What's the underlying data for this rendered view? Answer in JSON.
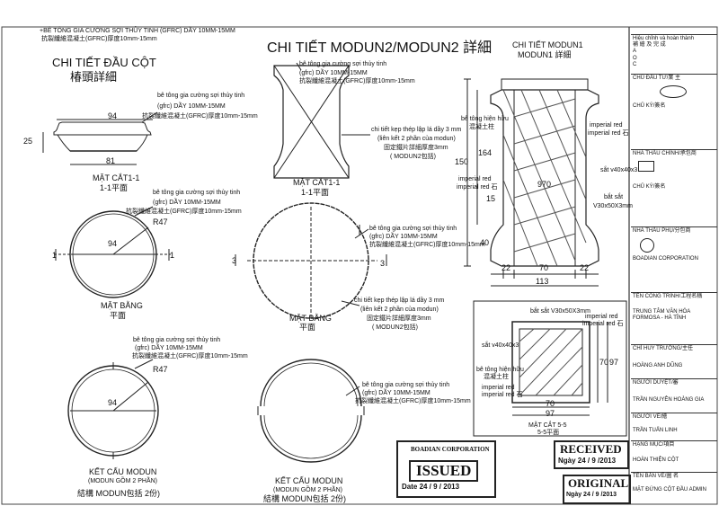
{
  "header": {
    "note_line1": "+BÊ TÔNG GIA CƯỜNG SỢI THỦY TINH  (GFRC) DẦY 10MM-15MM",
    "note_line2": "抗裂纖維混凝土(GFRC)厚度10mm-15mm"
  },
  "capital": {
    "title_vi": "CHI TIẾT ĐẦU CỘT",
    "title_zh": "椿頭詳細",
    "note1": "bê tông gia cường sợi thủy tinh",
    "note2": "(gfrc) DẦY 10MM-15MM",
    "note3": "抗裂纖維混凝土(GFRC)厚度10mm-15mm",
    "dim_top": "94",
    "dim_left": "25",
    "dim_bottom": "81",
    "section_label": "MẶT CẮT1-1",
    "section_label_zh": "1-1平面",
    "plan_note1": "bê tông gia cường sợi thủy tinh",
    "plan_note2": "(gfrc) DẦY 10MM-15MM",
    "plan_note3": "抗裂纖維混凝土(GFRC)厚度10mm-15mm",
    "plan_radius": "R47",
    "plan_dia": "94",
    "plan_label": "MẶT BẰNG",
    "plan_label_zh": "平面",
    "cut_mark": "1"
  },
  "module2": {
    "title": "CHI TIẾT MODUN2/MODUN2 詳細",
    "note1": "bê tông gia cường sợi thủy tinh",
    "note2": "(gfrc) DẦY 10MM-15MM",
    "note3": "抗裂纖維混凝土(GFRC)厚度10mm-15mm",
    "clip_note1": "chi tiết kẹp thép lập lá dầy 3 mm",
    "clip_note2": "(liên kết 2 phần của modun)",
    "clip_note3": "固定鐵片詳細厚度3mm",
    "clip_note4": "( MODUN2包括)",
    "section_label": "MẶT CẮT1-1",
    "section_label_zh": "1-1平面",
    "plan_note1": "bê tông gia cường sợi thủy tinh",
    "plan_note2": "(gfrc) DẦY 10MM-15MM",
    "plan_note3": "抗裂纖維混凝土(GFRC)厚度10mm-15mm",
    "plan_clip1": "chi tiết kẹp thép lập lá dầy 3 mm",
    "plan_clip2": "(liên kết 2 phần của modun)",
    "plan_clip3": "固定鐵片詳細厚度3mm",
    "plan_clip4": "( MODUN2包括)",
    "plan_label": "MẶT BẰNG",
    "plan_label_zh": "平面",
    "cut_mark": "3"
  },
  "module1": {
    "title_vi": "CHI TIẾT MODUN1",
    "title_zh": "MODUN1 詳細",
    "label_core1": "bê tông hiện hữu",
    "label_core2": "混凝土柱",
    "label_imp1": "imperial red",
    "label_imp2": "imperial red 石",
    "label_steel": "sắt v40x40x3",
    "label_bar1": "bắt sắt",
    "label_bar2": "V30x50X3mm",
    "label_imp3": "imperial red",
    "label_imp4": "imperial red 石",
    "dim_150": "150",
    "dim_164": "164",
    "dim_970": "970",
    "dim_15": "15",
    "dim_40": "40",
    "dim_22a": "22",
    "dim_70": "70",
    "dim_22b": "22",
    "dim_113": "113"
  },
  "section55": {
    "label_bar": "bắt sắt V30x50X3mm",
    "label_imp": "imperial red",
    "label_imp2": "imperial red 石",
    "label_steel": "sắt v40x40x3",
    "label_core1": "bê tông hiện hữu",
    "label_core2": "混凝土柱",
    "label_imp3": "imperial red",
    "label_imp4": "imperial red 石",
    "dim_70a": "70",
    "dim_97a": "97",
    "dim_70b": "70",
    "dim_97b": "97",
    "title": "MẶT CẮT 5-5",
    "title_zh": "5-5平面"
  },
  "module_full": {
    "note1": "bê tông gia cường sợi thủy tinh",
    "note2": "(gfrc) DẦY 10MM-15MM",
    "note3": "抗裂纖維混凝土(GFRC)厚度10mm-15mm",
    "radius": "R47",
    "dia": "94",
    "title": "KẾT CẤU MODUN",
    "sub": "(MODUN GỒM 2 PHẦN)",
    "zh": "結構 MODUN包括 2份)"
  },
  "module_half": {
    "note1": "bê tông gia cường sợi thủy tinh",
    "note2": "(gfrc) DẦY 10MM-15MM",
    "note3": "抗裂纖維混凝土(GFRC)厚度10mm-15mm",
    "title": "KẾT CẤU MODUN",
    "sub": "(MODUN GỒM 2 PHẦN)",
    "zh": "結構 MODUN包括 2份)"
  },
  "stamps": {
    "company": "BOADIAN CORPORATION",
    "issued": "ISSUED",
    "date": "Date 24 / 9 / 2013",
    "received": "RECEIVED",
    "received_date": "Ngày 24 / 9 /2013",
    "original": "ORIGINAL",
    "original_date": "Ngày 24 / 9 /2013"
  },
  "title_block": {
    "rev_head": "Hiệu chỉnh và hoàn thành",
    "rev_zh": "補 繪 及 完 成",
    "rev_rows": [
      "A",
      "O",
      "C"
    ],
    "owner": "CHỦ ĐẦU TƯ/業 主",
    "owner_sign": "CHỦ KÝ/簽名",
    "contractor": "NHÀ THẦU CHÍNH/承包商",
    "contractor_sign": "CHỦ KÝ/簽名",
    "sub_contractor": "NHÀ THẦU PHỤ/分包商",
    "company": "BOADIAN CORPORATION",
    "project": "TÊN CÔNG TRÌNH/工程名稱",
    "project_name": "TRUNG TÂM VĂN HÓA",
    "project_name2": "FORMOSA - HÀ TĨNH",
    "commander": "CHỈ HUY TRƯỞNG/主任",
    "commander_name": "HOÀNG ANH DŨNG",
    "checker": "NGƯỜI DUYỆT/審",
    "checker_name": "TRẦN NGUYÊN HOÀNG GIA",
    "drafter": "NGƯỜI VẼ/繪",
    "drafter_name": "TRẦN TUẤN LINH",
    "item": "HẠNG MỤC/項目",
    "item_name": "HOÀN THIỆN CỘT",
    "drawing": "TÊN BẢN VẼ/圖 名",
    "drawing_name": "MẶT ĐỨNG CỘT ĐẦU ADMIN"
  }
}
